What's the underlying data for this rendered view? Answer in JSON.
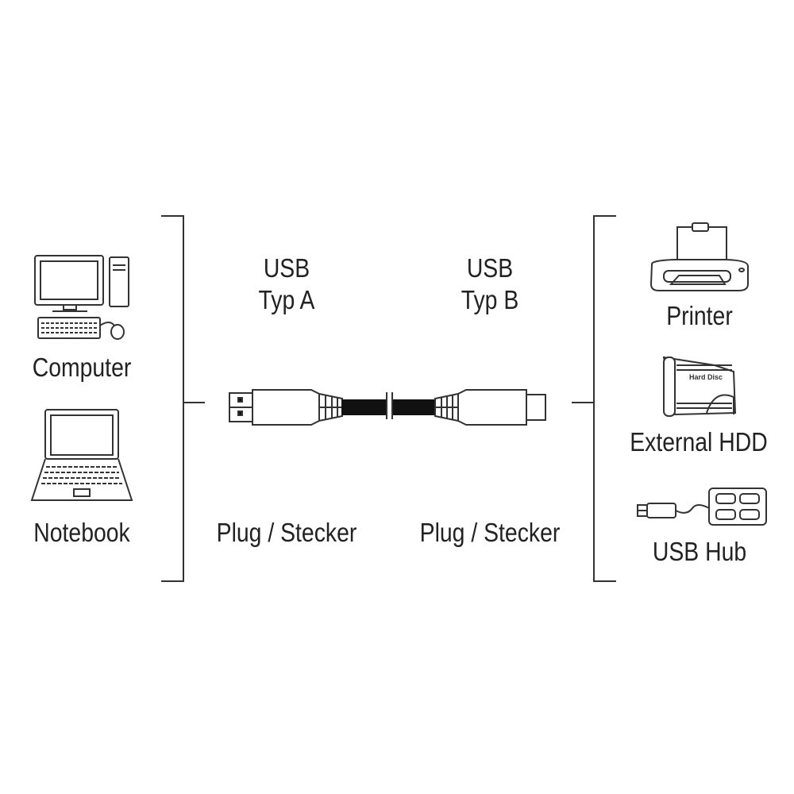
{
  "left_devices": {
    "computer": "Computer",
    "notebook": "Notebook"
  },
  "connector_a": {
    "line1": "USB",
    "line2": "Typ A",
    "plug": "Plug / Stecker"
  },
  "connector_b": {
    "line1": "USB",
    "line2": "Typ B",
    "plug": "Plug / Stecker"
  },
  "right_devices": {
    "printer": "Printer",
    "hdd": "External HDD",
    "hdd_icon_text": "Hard Disc",
    "hub": "USB Hub"
  },
  "colors": {
    "line": "#333333",
    "cable": "#111111"
  }
}
